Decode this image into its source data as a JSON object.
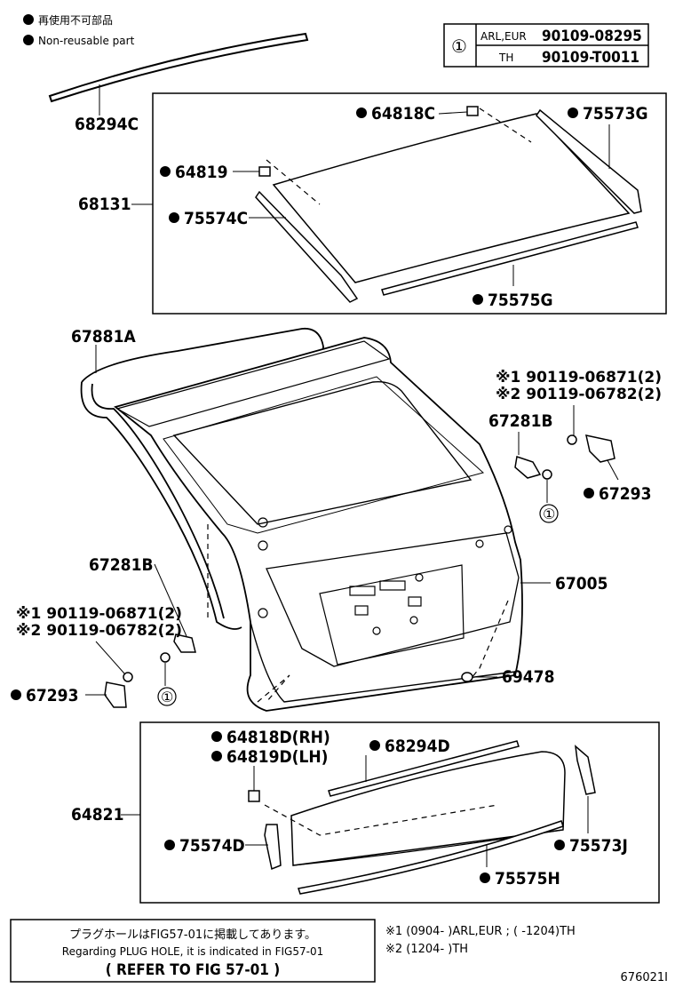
{
  "legend": {
    "bullet_jp": "再使用不可部品",
    "bullet_en": "Non-reusable part"
  },
  "ref_table": {
    "symbol": "①",
    "rows": [
      {
        "region": "ARL,EUR",
        "part": "90109-08295"
      },
      {
        "region": "TH",
        "part": "90109-T0011"
      }
    ]
  },
  "labels": {
    "p68294C": "68294C",
    "p64818C": "64818C",
    "p75573G": "75573G",
    "p64819": "64819",
    "p68131": "68131",
    "p75574C": "75574C",
    "p75575G": "75575G",
    "p67881A": "67881A",
    "p_ref1_r1": "※1 90119-06871(2)",
    "p_ref2_r1": "※2 90119-06782(2)",
    "p67281B_r": "67281B",
    "p67293_r": "67293",
    "circle1_r": "①",
    "p67281B_l": "67281B",
    "p67005": "67005",
    "p_ref1_l1": "※1 90119-06871(2)",
    "p_ref2_l1": "※2 90119-06782(2)",
    "p67293_l": "67293",
    "circle1_l": "①",
    "p69478": "69478",
    "p64818D": "64818D(RH)",
    "p64819D": "64819D(LH)",
    "p68294D": "68294D",
    "p64821": "64821",
    "p75574D": "75574D",
    "p75573J": "75573J",
    "p75575H": "75575H"
  },
  "footer": {
    "note_jp": "プラグホールはFIG57-01に掲載してあります。",
    "note_en": "Regarding PLUG HOLE, it is indicated in FIG57-01",
    "refer": "( REFER TO FIG 57-01 )",
    "fn1": "※1 (0904-        )ARL,EUR ; (        -1204)TH",
    "fn2": "※2 (1204-        )TH",
    "fig_id": "676021I"
  }
}
